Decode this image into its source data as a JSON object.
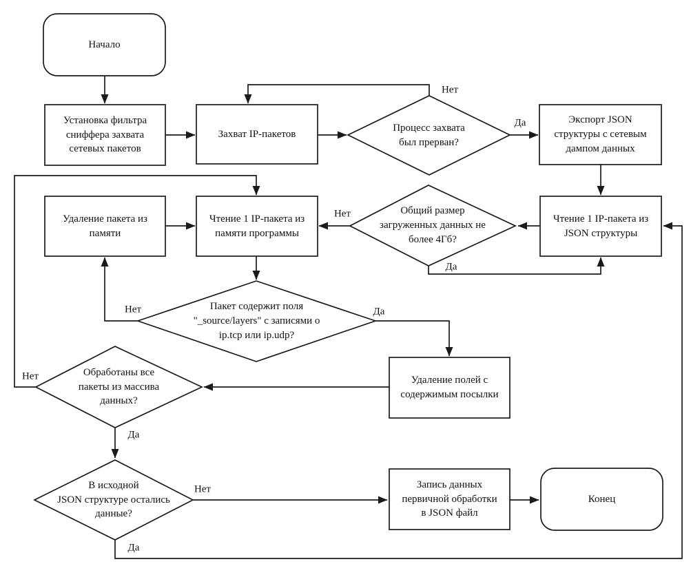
{
  "diagram": {
    "type": "flowchart",
    "language": "ru",
    "colors": {
      "line": "#1a1a1a",
      "background": "#ffffff",
      "node_fill": "#ffffff",
      "text": "#111111"
    },
    "nodes": {
      "start": {
        "label": "Начало",
        "shape": "terminator"
      },
      "set_filter": {
        "label": "Установка фильтра\nсниффера захвата\nсетевых пакетов",
        "shape": "process"
      },
      "capture": {
        "label": "Захват IP-пакетов",
        "shape": "process"
      },
      "interrupted": {
        "label": "Процесс захвата\nбыл прерван?",
        "shape": "decision"
      },
      "export_json": {
        "label": "Экспорт JSON\nструктуры с сетевым\nдампом данных",
        "shape": "process"
      },
      "read_json": {
        "label": "Чтение 1 IP-пакета из\nJSON структуры",
        "shape": "process"
      },
      "size_check": {
        "label": "Общий размер\nзагруженных данных не\nболее 4Гб?",
        "shape": "decision"
      },
      "delete_packet": {
        "label": "Удаление пакета из\nпамяти",
        "shape": "process"
      },
      "read_memory": {
        "label": "Чтение 1 IP-пакета из\nпамяти программы",
        "shape": "process"
      },
      "contains_fields": {
        "label": "Пакет содержит поля\n\"_source/layers\" с записями о\nip.tcp или ip.udp?",
        "shape": "decision"
      },
      "delete_fields": {
        "label": "Удаление полей с\nсодержимым посылки",
        "shape": "process"
      },
      "all_processed": {
        "label": "Обработаны все\nпакеты из массива\nданных?",
        "shape": "decision"
      },
      "json_remaining": {
        "label": "В исходной\nJSON структуре остались\nданные?",
        "shape": "decision"
      },
      "write_json": {
        "label": "Запись данных\nпервичной обработки\nв JSON файл",
        "shape": "process"
      },
      "end": {
        "label": "Конец",
        "shape": "terminator"
      }
    },
    "edge_labels": {
      "interrupted_no": "Нет",
      "interrupted_yes": "Да",
      "size_no": "Нет",
      "size_yes": "Да",
      "contains_no": "Нет",
      "contains_yes": "Да",
      "all_no": "Нет",
      "all_yes": "Да",
      "remaining_no": "Нет",
      "remaining_yes": "Да"
    }
  }
}
